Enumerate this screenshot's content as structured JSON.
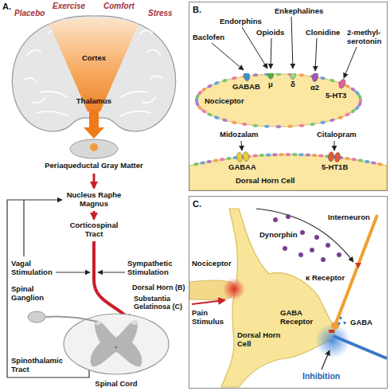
{
  "diagram": {
    "nodes": [
      {
        "text": [
          "B."
        ]
      },
      {
        "text": [
          "Nociceptor"
        ],
        "in": 0
      },
      {
        "text": [
          "Dorsal Horn Cell"
        ],
        "in": 0
      },
      {
        "text": [
          "C."
        ]
      }
    ],
    "labels": [
      "A.",
      "Placebo",
      "Exercise",
      "Comfort",
      "Stress",
      "Cortex",
      "Thalamus",
      "Periaqueductal Gray Matter",
      "Nucleus Raphe Magnus",
      "Corticospinal Tract",
      "Vagal Stimulation",
      "Sympathetic Stimulation",
      "Spinal Ganglion",
      "Dorsal Horn (B)",
      "Substantia Gelatinosa (C)",
      "Spinothalamic Tract",
      "Spinal Cord",
      "Baclofen",
      "Endorphins",
      "Enkephalines",
      "Opioids",
      "Clonidine",
      "2-methyl-serotonin",
      "GABAB",
      "μ",
      "δ",
      "α2",
      "5-HT3",
      "Midozalam",
      "Citalopram",
      "GABAA",
      "5-HT1B",
      "Dynorphin",
      "Interneuron",
      "κ Receptor",
      "Nociceptor",
      "Pain Stimulus",
      "Dorsal Horn Cell",
      "GABA Receptor",
      "GABA",
      "Inhibition"
    ]
  }
}
